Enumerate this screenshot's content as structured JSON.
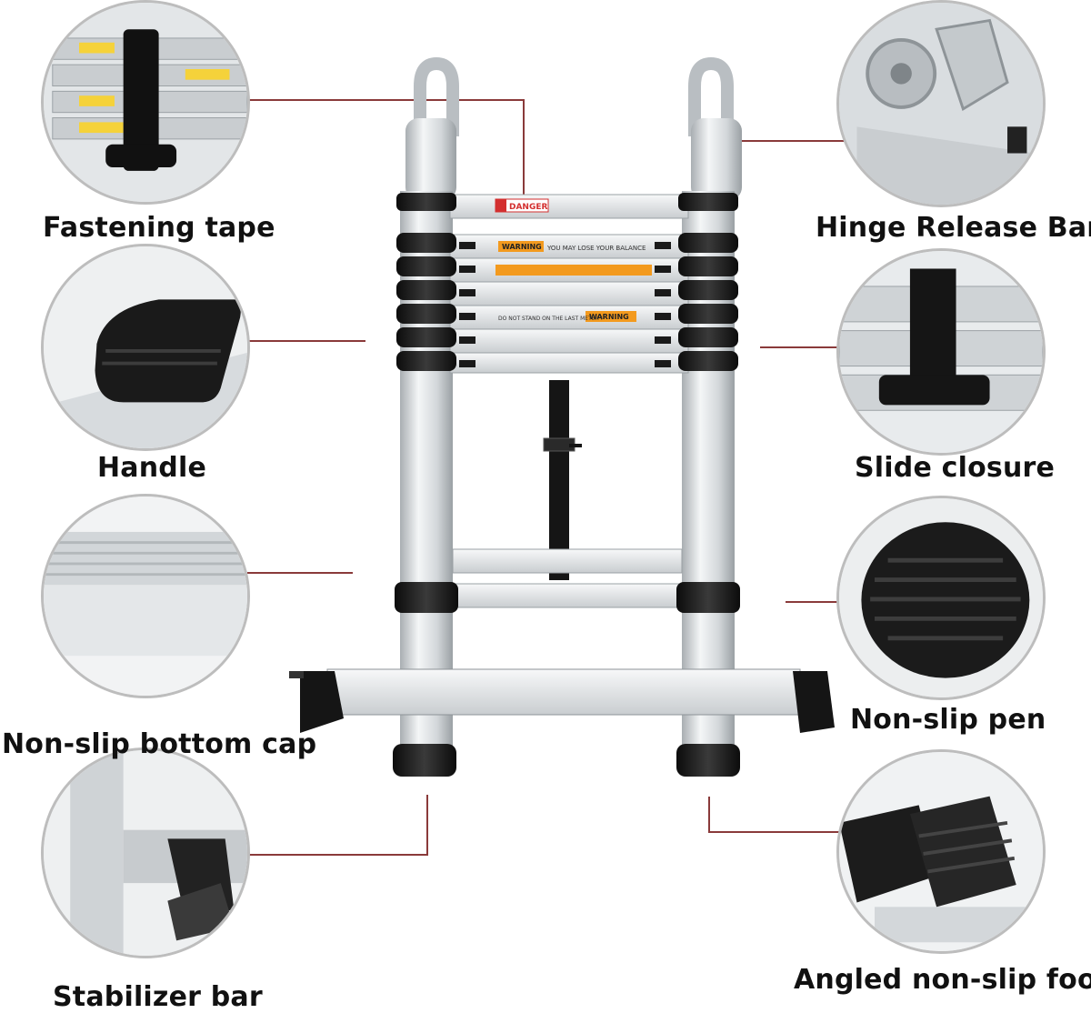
{
  "callouts": {
    "fastening_tape": "Fastening tape",
    "hinge_release_bar": "Hinge Release Bar",
    "handle": "Handle",
    "slide_closure": "Slide closure",
    "non_slip_bottom_cap": "Non-slip bottom cap",
    "non_slip_pen": "Non-slip pen",
    "stabilizer_bar": "Stabilizer bar",
    "angled_non_slip_foot": "Angled non-slip foot"
  },
  "ladder_labels": {
    "danger": "DANGER",
    "warning_top": "WARNING",
    "warning_top_text": "YOU MAY LOSE YOUR BALANCE",
    "warning_bottom": "WARNING",
    "warning_bottom_text": "DO NOT STAND ON THE LAST METER !"
  },
  "colors": {
    "leader_line": "#8a3a3a",
    "aluminium": "#d9dde0",
    "rubber": "#1a1a1a",
    "warning_orange": "#f39a1e",
    "danger_red": "#d32f2f"
  }
}
